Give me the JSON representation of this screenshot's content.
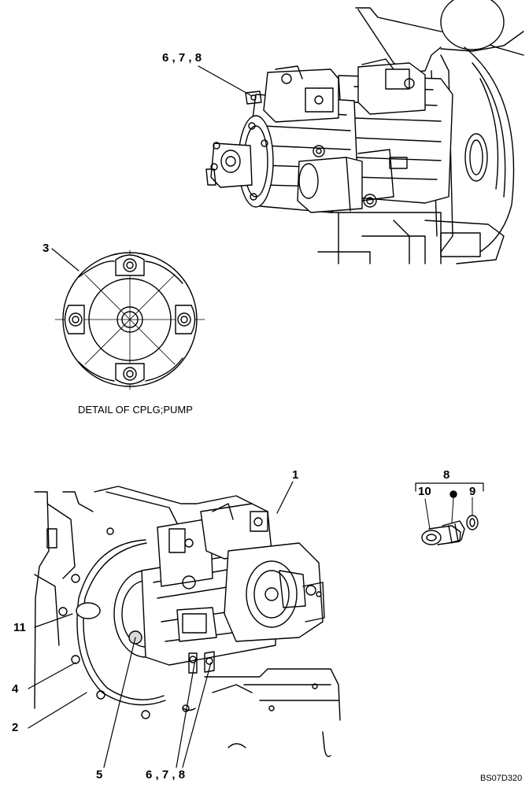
{
  "callouts": {
    "top_pump_678": "6 , 7 , 8",
    "coupling_3": "3",
    "pump_1": "1",
    "kit_8": "8",
    "kit_10": "10",
    "kit_9": "9",
    "flywheel_11": "11",
    "bolt_4": "4",
    "flywheel_2": "2",
    "coupling_5": "5",
    "bottom_678": "6 , 7 , 8"
  },
  "detail_caption": "DETAIL OF CPLG;PUMP",
  "drawing_code": "BS07D320",
  "colors": {
    "ink": "#000000",
    "paper": "#ffffff",
    "shade": "#d9d9d9"
  }
}
